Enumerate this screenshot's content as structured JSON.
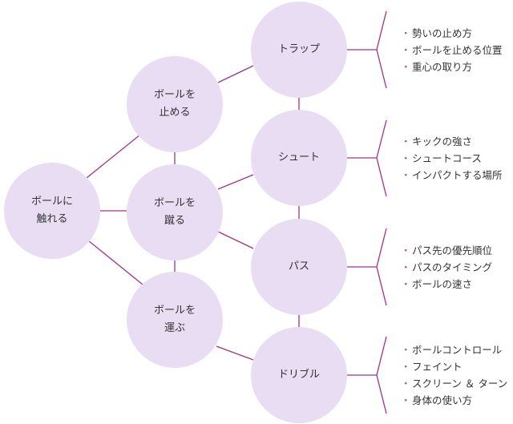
{
  "colors": {
    "node_fill": "#e8ddf3",
    "connector": "#a0338a",
    "bullet_dot": "#b04f9a",
    "text": "#333333"
  },
  "nodes": {
    "root": "ボールに\n触れる",
    "stop": "ボールを\n止める",
    "kick": "ボールを\n蹴る",
    "carry": "ボールを\n運ぶ",
    "trap": "トラップ",
    "shoot": "シュート",
    "pass": "パス",
    "dribble": "ドリブル"
  },
  "bullet_marker": "・",
  "details": {
    "trap": [
      "勢いの止め方",
      "ボールを止める位置",
      "重心の取り方"
    ],
    "shoot": [
      "キックの強さ",
      "シュートコース",
      "インパクトする場所"
    ],
    "pass": [
      "パス先の優先順位",
      "パスのタイミング",
      "ボールの速さ"
    ],
    "dribble": [
      "ボールコントロール",
      "フェイント",
      "スクリーン ＆ ターン",
      "身体の使い方"
    ]
  }
}
